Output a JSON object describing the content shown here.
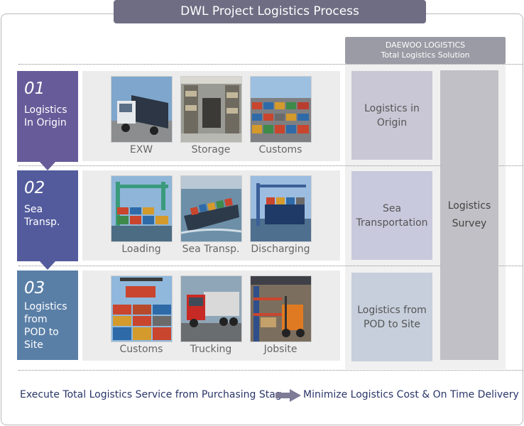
{
  "title": "DWL Project Logistics Process",
  "header": {
    "line1": "DAEWOO LOGISTICS",
    "line2": "Total Logistics Solution"
  },
  "stages": [
    {
      "num": "01",
      "label": "Logistics\nIn Origin",
      "color": "#675b99",
      "items": [
        {
          "caption": "EXW",
          "icon": "truck-photo"
        },
        {
          "caption": "Storage",
          "icon": "warehouse-photo"
        },
        {
          "caption": "Customs",
          "icon": "container-yard-photo"
        }
      ]
    },
    {
      "num": "02",
      "label": "Sea\nTransp.",
      "color": "#535b9d",
      "items": [
        {
          "caption": "Loading",
          "icon": "crane-loading-photo"
        },
        {
          "caption": "Sea Transp.",
          "icon": "container-ship-photo"
        },
        {
          "caption": "Discharging",
          "icon": "port-discharging-photo"
        }
      ]
    },
    {
      "num": "03",
      "label": "Logistics\nfrom\nPOD to\nSite",
      "color": "#5a7fa7",
      "items": [
        {
          "caption": "Customs",
          "icon": "container-stack-photo"
        },
        {
          "caption": "Trucking",
          "icon": "red-truck-photo"
        },
        {
          "caption": "Jobsite",
          "icon": "forklift-photo"
        }
      ]
    }
  ],
  "solutions": [
    "Logistics in\nOrigin",
    "Sea\nTransportation",
    "Logistics from\nPOD to Site"
  ],
  "survey": "Logistics\nSurvey",
  "footer": {
    "left": "Execute Total Logistics Service from Purchasing Stag",
    "right": "Minimize Logistics Cost & On Time Delivery"
  }
}
